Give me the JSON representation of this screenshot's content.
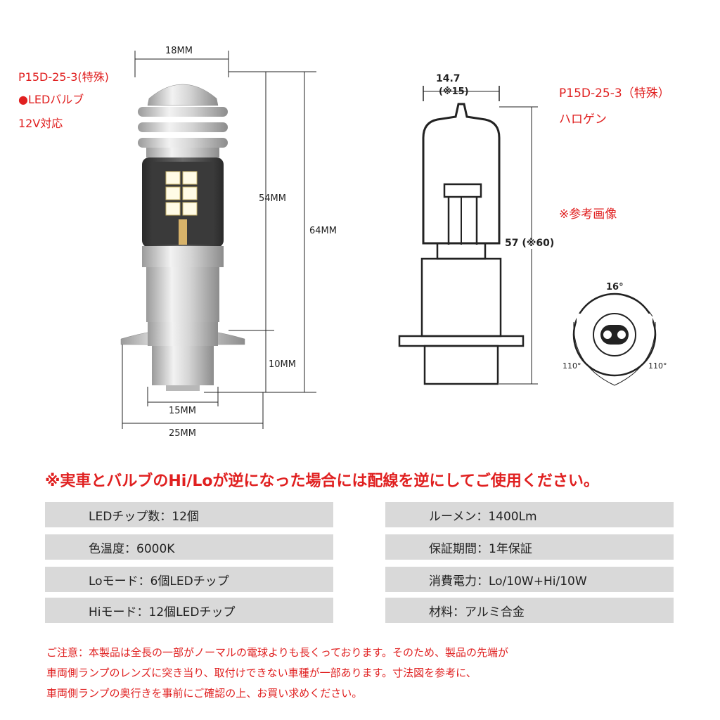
{
  "led_side": {
    "model": "P15D-25-3(特殊)",
    "type": "●LEDバルブ",
    "voltage": "12V対応",
    "dim_top_width": "18MM",
    "dim_body_height": "54MM",
    "dim_total_height": "64MM",
    "dim_base_height": "10MM",
    "dim_base_width": "15MM",
    "dim_flange_width": "25MM"
  },
  "halogen_side": {
    "model": "P15D-25-3（特殊）",
    "type": "ハロゲン",
    "reference": "※参考画像",
    "dim_width": "14.7",
    "dim_width_alt": "(※15)",
    "dim_height": "57 (※60)",
    "angle_top": "16°",
    "angle_left": "110°",
    "angle_right": "110°"
  },
  "warning": "※実車とバルブのHi/Loが逆になった場合には配線を逆にしてご使用ください。",
  "specs": {
    "left": [
      "LEDチップ数：12個",
      "色温度：6000K",
      "Loモード：6個LEDチップ",
      "Hiモード：12個LEDチップ"
    ],
    "right": [
      "ルーメン：1400Lm",
      "保証期間：1年保証",
      "消費電力：Lo/10W+Hi/10W",
      "材料：アルミ合金"
    ]
  },
  "notes": [
    "ご注意：本製品は全長の一部がノーマルの電球よりも長くっております。そのため、製品の先端が",
    "車両側ランプのレンズに突き当り、取付けできない車種が一部あります。寸法図を参考に、",
    "車両側ランプの奥行きを事前にご確認の上、お買い求めください。"
  ],
  "colors": {
    "accent_red": "#e02020",
    "spec_bar": "#d9d9d9"
  }
}
